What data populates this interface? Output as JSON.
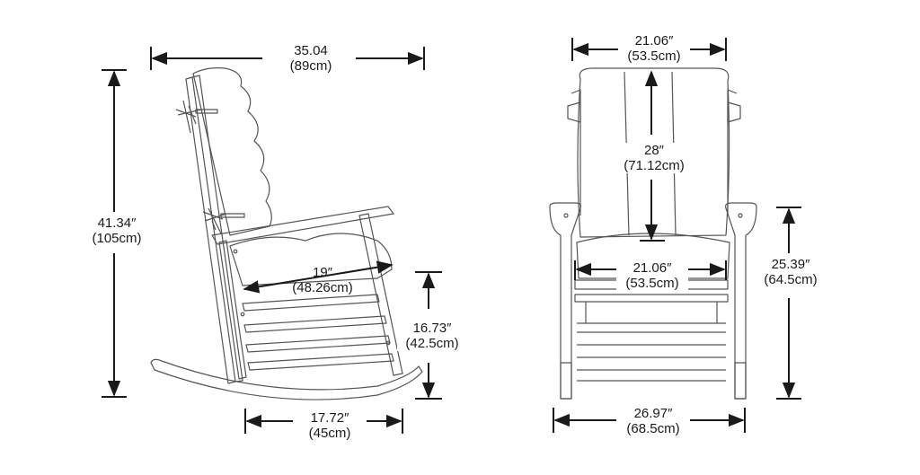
{
  "diagram": {
    "colors": {
      "line": "#1a1a1a",
      "chair": "#555555",
      "background": "#ffffff"
    },
    "side_view": {
      "overall_depth": {
        "value": "35.04",
        "metric": "(89cm)"
      },
      "overall_height": {
        "value": "41.34″",
        "metric": "(105cm)"
      },
      "seat_depth": {
        "value": "19″",
        "metric": "(48.26cm)"
      },
      "seat_height": {
        "value": "16.73″",
        "metric": "(42.5cm)"
      },
      "rocker_span": {
        "value": "17.72″",
        "metric": "(45cm)"
      }
    },
    "front_view": {
      "back_width": {
        "value": "21.06″",
        "metric": "(53.5cm)"
      },
      "back_height": {
        "value": "28″",
        "metric": "(71.12cm)"
      },
      "seat_width": {
        "value": "21.06″",
        "metric": "(53.5cm)"
      },
      "arm_height": {
        "value": "25.39″",
        "metric": "(64.5cm)"
      },
      "overall_width": {
        "value": "26.97″",
        "metric": "(68.5cm)"
      }
    }
  }
}
